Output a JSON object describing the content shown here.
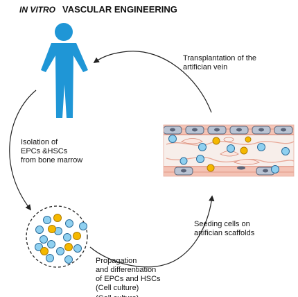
{
  "title": {
    "prefix": "IN VITRO",
    "main": "VASCULAR ENGINEERING"
  },
  "labels": {
    "transplant": "Transplantation of the\nartifician vein",
    "isolation": "Isolation of\nEPCs &HSCs\nfrom bone marrow",
    "seeding": "Seeding cells on\nartifician scaffolds",
    "propagation": "Propagation\nand differentiation\nof EPCs and HSCs\n(Cell culture)",
    "propagation_cutoff": "(Cell culture)"
  },
  "colors": {
    "person": "#1f96d6",
    "vessel_wall": "#f4c3b5",
    "vessel_lumen": "#f7eeea",
    "endothelial": "#b9c3d3",
    "blue_cell": "#8fd0f0",
    "yellow_cell": "#f5b800",
    "arrow": "#222222"
  },
  "icons": [
    "person-icon",
    "vessel-icon",
    "culture-dish-icon"
  ]
}
